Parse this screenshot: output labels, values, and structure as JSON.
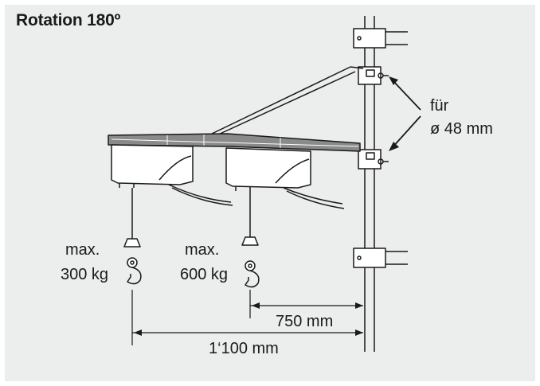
{
  "title": "Rotation 180º",
  "mount_note": {
    "line1": "für",
    "line2": "ø 48 mm"
  },
  "hoists": [
    {
      "line1": "max.",
      "line2": "300 kg"
    },
    {
      "line1": "max.",
      "line2": "600 kg"
    }
  ],
  "dimensions": {
    "short": "750 mm",
    "long": "1‘100 mm"
  },
  "colors": {
    "panel": "#eceded",
    "beam": "#8a8a8a",
    "line": "#1a1a1a"
  }
}
